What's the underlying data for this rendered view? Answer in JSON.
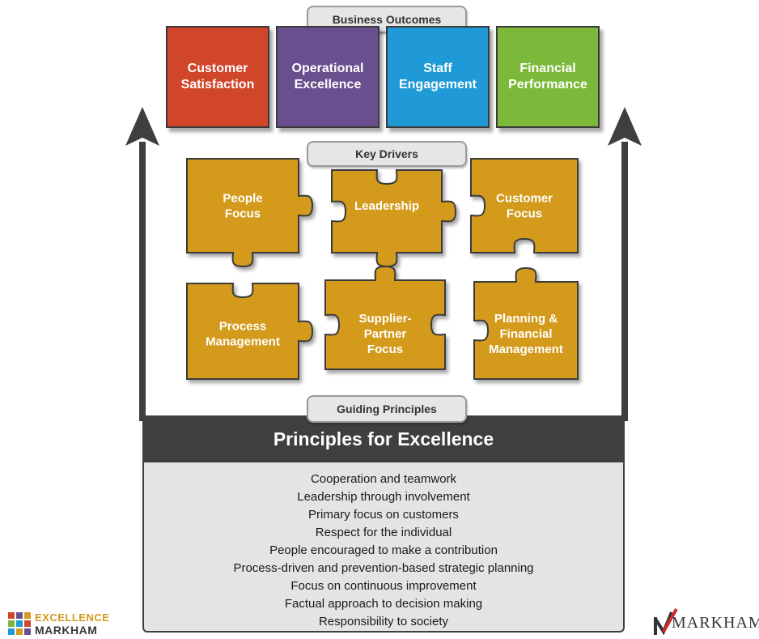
{
  "labels": {
    "business_outcomes": "Business Outcomes",
    "key_drivers": "Key Drivers",
    "guiding_principles": "Guiding Principles"
  },
  "outcomes": [
    {
      "label": "Customer\nSatisfaction",
      "color": "#d1452a"
    },
    {
      "label": "Operational\nExcellence",
      "color": "#6a4f8e"
    },
    {
      "label": "Staff\nEngagement",
      "color": "#1f9ad6"
    },
    {
      "label": "Financial\nPerformance",
      "color": "#7cb83a"
    }
  ],
  "drivers": [
    "People\nFocus",
    "Leadership",
    "Customer\nFocus",
    "Process\nManagement",
    "Supplier-\nPartner\nFocus",
    "Planning &\nFinancial\nManagement"
  ],
  "driver_color": "#d39a1f",
  "principles_title": "Principles for Excellence",
  "principles": [
    "Cooperation and teamwork",
    "Leadership through involvement",
    "Primary focus on customers",
    "Respect for the individual",
    "People encouraged to make a contribution",
    "Process-driven and prevention-based strategic planning",
    "Focus on continuous improvement",
    "Factual approach to decision making",
    "Responsibility to society"
  ],
  "logos": {
    "left_line1": "EXCELLENCE",
    "left_line2": "MARKHAM",
    "right": "MARKHAM"
  }
}
